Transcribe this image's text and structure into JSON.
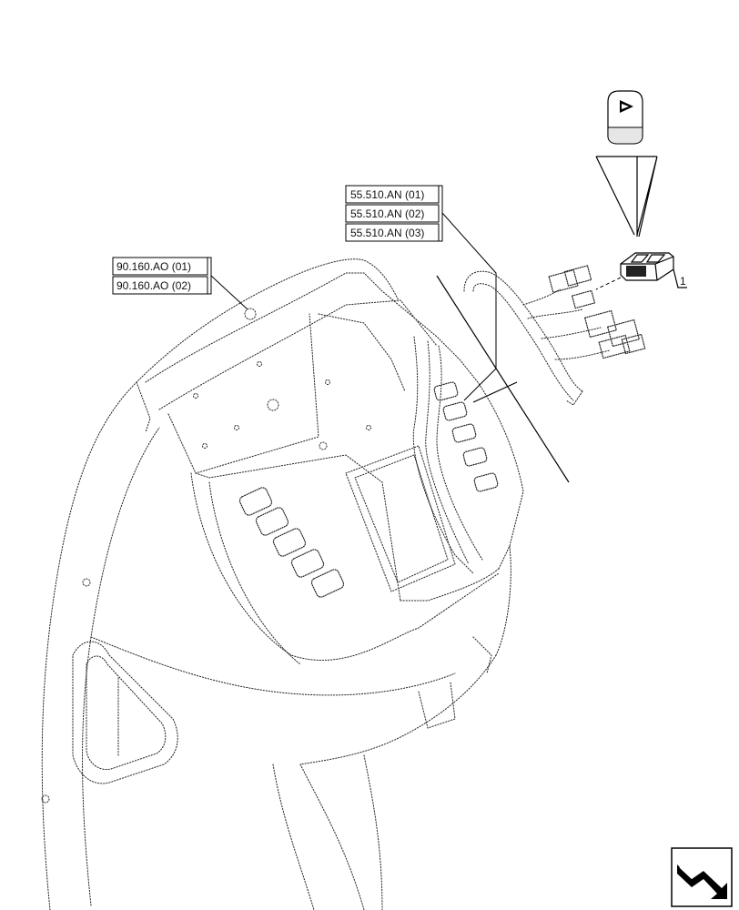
{
  "references": [
    {
      "id": "ref-55-1",
      "text": "55.510.AN (01)"
    },
    {
      "id": "ref-55-2",
      "text": "55.510.AN (02)"
    },
    {
      "id": "ref-55-3",
      "text": "55.510.AN (03)"
    },
    {
      "id": "ref-90-1",
      "text": "90.160.AO (01)"
    },
    {
      "id": "ref-90-2",
      "text": "90.160.AO (02)"
    }
  ],
  "callouts": {
    "item_1": "1"
  },
  "icons": {
    "switch_symbol": "play-triangle-icon",
    "navigation": "return-arrow-icon"
  }
}
